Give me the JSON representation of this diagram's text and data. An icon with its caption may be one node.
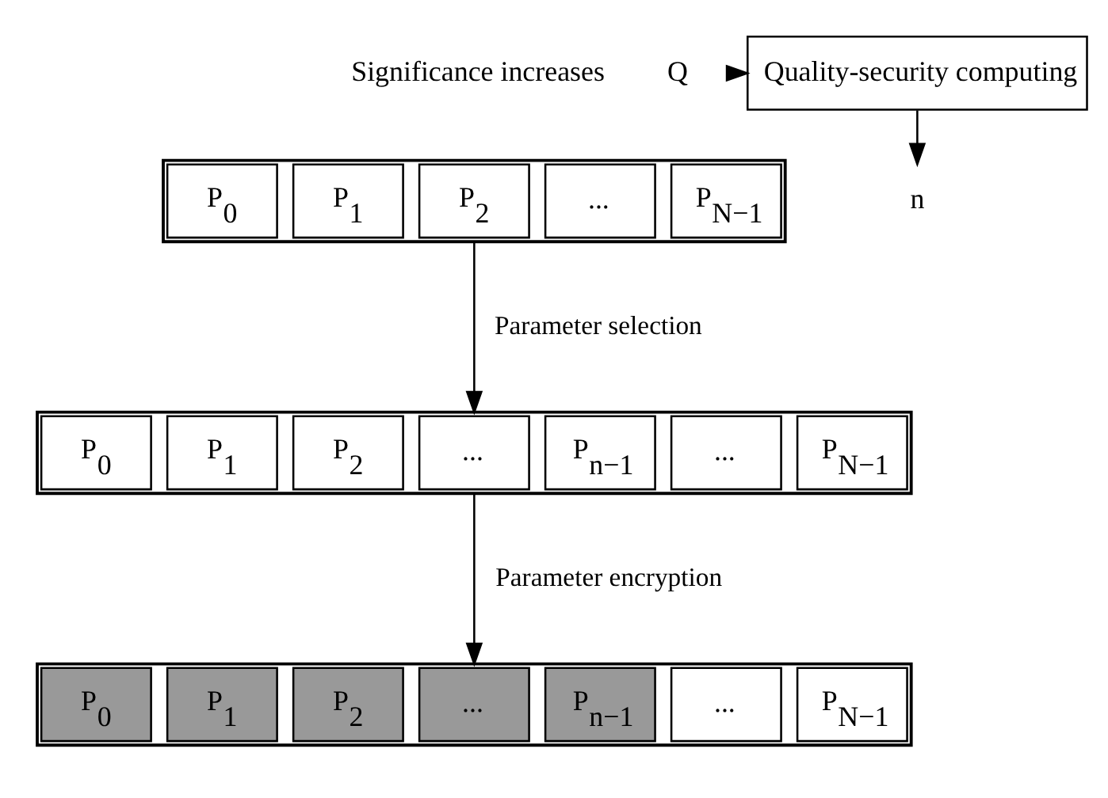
{
  "diagram": {
    "nodes": [
      {
        "text": [],
        "shape": "bar"
      },
      {
        "text": [
          "P$_{0}$"
        ],
        "in": 0
      },
      {
        "text": [
          "P$_{1}$"
        ],
        "in": 0
      },
      {
        "text": [
          "P$_{2}$"
        ],
        "in": 0
      },
      {
        "text": [
          "..."
        ],
        "in": 0
      },
      {
        "text": [
          "P$_{N−1}$"
        ],
        "in": 0
      },
      {
        "text": [
          "Q"
        ]
      },
      {
        "text": [
          "Quality-security computing"
        ]
      },
      {
        "text": [
          "n"
        ]
      },
      {
        "text": [],
        "shape": "bar"
      },
      {
        "text": [
          "P$_{0}$"
        ],
        "in": 9
      },
      {
        "text": [
          "P$_{1}$"
        ],
        "in": 9
      },
      {
        "text": [
          "P$_{2}$"
        ],
        "in": 9
      },
      {
        "text": [
          "..."
        ],
        "in": 9
      },
      {
        "text": [
          "P$_{n−1}$"
        ],
        "in": 9
      },
      {
        "text": [
          "..."
        ],
        "in": 9
      },
      {
        "text": [
          "P$_{N−1}$"
        ],
        "in": 9
      },
      {
        "text": [],
        "shape": "bar"
      },
      {
        "text": [
          "P$_{0}$"
        ],
        "in": 17
      },
      {
        "text": [
          "P$_{1}$"
        ],
        "in": 17
      },
      {
        "text": [
          "P$_{2}$"
        ],
        "in": 17
      },
      {
        "text": [
          "..."
        ],
        "in": 17
      },
      {
        "text": [
          "P$_{n−1}$"
        ],
        "in": 17
      },
      {
        "text": [
          "..."
        ],
        "in": 17
      },
      {
        "text": [
          "P$_{N−1}$"
        ],
        "in": 17
      }
    ],
    "edges": [
      {
        "from": 6,
        "to": 7,
        "arrow": "to"
      },
      {
        "from": 7,
        "to": 8,
        "arrow": "to"
      },
      {
        "from": 0,
        "to": 9,
        "arrow": "to",
        "label": "Parameter selection"
      },
      {
        "from": 9,
        "to": 17,
        "arrow": "to",
        "label": "Parameter encryption"
      }
    ],
    "labels": [
      "Significance increases"
    ]
  }
}
